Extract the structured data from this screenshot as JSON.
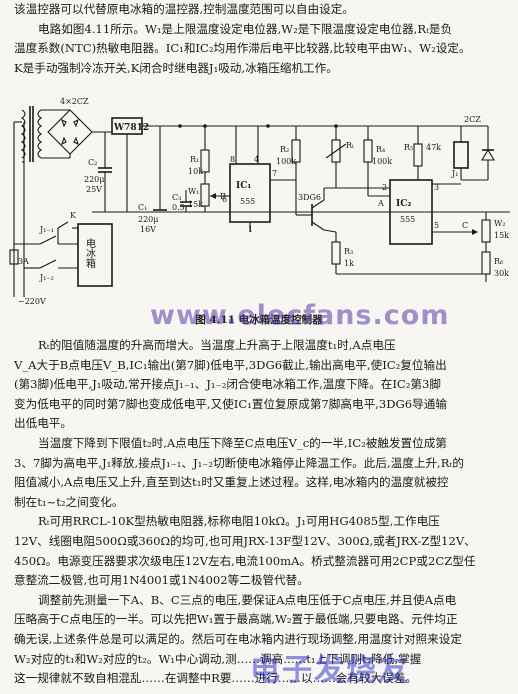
{
  "intro_lines": [
    "该温控器可以代替原电冰箱的温控器,控制温度范围可以自由设定。",
    "电路如图4.11所示。W₁是上限温度设定电位器,W₂是下限温度设定电位器,Rₜ是负",
    "温度系数(NTC)热敏电阻器。IC₁和IC₂均用作滞后电平比较器,比较电平由W₁、W₂设定。",
    "K是手动强制冷冻开关,K闭合时继电器J₁吸动,冰箱压缩机工作。"
  ],
  "figure": {
    "caption": "图 4.11   电冰箱温度控制器",
    "labels": {
      "bridge": "4×2CZ",
      "regulator": "W7812",
      "c2": "C₂",
      "c2_value": "220μ",
      "c2_voltage": "25V",
      "c1": "C₁",
      "c1_value": "220μ",
      "c1_voltage": "16V",
      "c3": "C₃",
      "c3_value": "0.5",
      "r1": "R₁",
      "r1_value": "10k",
      "w1": "W₁",
      "w1_value": "15k",
      "ic1": "IC₁",
      "ic1_type": "555",
      "r2": "R₂",
      "r2_value": "100k",
      "rt": "Rₜ",
      "r3": "R₃",
      "r3_value": "1k",
      "r4": "R₄",
      "r4_value": "100k",
      "r5": "R₅",
      "r5_value": "47k",
      "r6": "R₆",
      "r6_value": "30k",
      "transistor": "3DG6",
      "ic2": "IC₂",
      "ic2_type": "555",
      "w2": "W₂",
      "w2_value": "15k",
      "diode": "2CZ",
      "relay_coil": "J₁",
      "contact_1": "J₁₋₁",
      "contact_2": "J₁₋₂",
      "switch_k": "K",
      "fuse": "3A",
      "mains": "~220V",
      "fridge": "电冰箱",
      "node_a": "A",
      "node_b": "B",
      "node_c": "C",
      "pin_8": "8",
      "pin_7": "7",
      "pin_6": "6",
      "pin_4": "4",
      "pin_2": "2",
      "pin_3": "3",
      "pin_5": "5",
      "pin_1": "1"
    }
  },
  "body_lines": [
    "Rₜ的阻值随温度的升高而增大。当温度上升高于上限温度t₁时,A点电压",
    "V_A大于B点电压V_B,IC₁输出(第7脚)低电平,3DG6截止,输出高电平,使IC₂复位输出",
    "(第3脚)低电平,J₁吸动,常开接点J₁₋₁、J₁₋₂闭合使电冰箱工作,温度下降。在IC₂第3脚",
    "变为低电平的同时第7脚也变成低电平,又使IC₁置位复原成第7脚高电平,3DG6导通输",
    "出低电平。",
    "当温度下降到下限值t₂时,A点电压下降至C点电压V_c的一半,IC₂被触发置位成第",
    "3、7脚为高电平,J₁释放,接点J₁₋₁、J₁₋₂切断使电冰箱停止降温工作。此后,温度上升,Rₜ的",
    "阻值减小,A点电压又上升,直至到达t₁时又重复上述过程。这样,电冰箱内的温度就被控",
    "制在t₁~t₂之间变化。",
    "Rₜ可用RRCL-10K型热敏电阻器,标称电阻10kΩ。J₁可用HG4085型,工作电压",
    "12V、线圈电阻500Ω或360Ω的均可,也可用JRX-13F型12V、300Ω,或者JRX-Z型12V、",
    "450Ω。电源变压器要求次级电压12V左右,电流100mA。桥式整流器可用2CP或2CZ型任",
    "意整流二极管,也可用1N4001或1N4002等二极管代替。",
    "调整前先测量一下A、B、C三点的电压,要保证A点电压低于C点电压,并且使A点电",
    "压略高于C点电压的一半。可以先把W₁置于最高端,W₂置于最低端,只要电路、元件均正",
    "确无误,上述条件总是可以满足的。然后可在电冰箱内进行现场调整,用温度计对照来设定",
    "W₂对应的t₁和W₂对应的t₂。W₁中心调动,测……调高……t₁上下调则t₂降低,掌握",
    "这一规律就不致自相混乱……在调整中R要……进行……以……会有较大误差。"
  ],
  "watermarks": {
    "url": "www.elecfans.com",
    "brand": "电子发烧友"
  }
}
